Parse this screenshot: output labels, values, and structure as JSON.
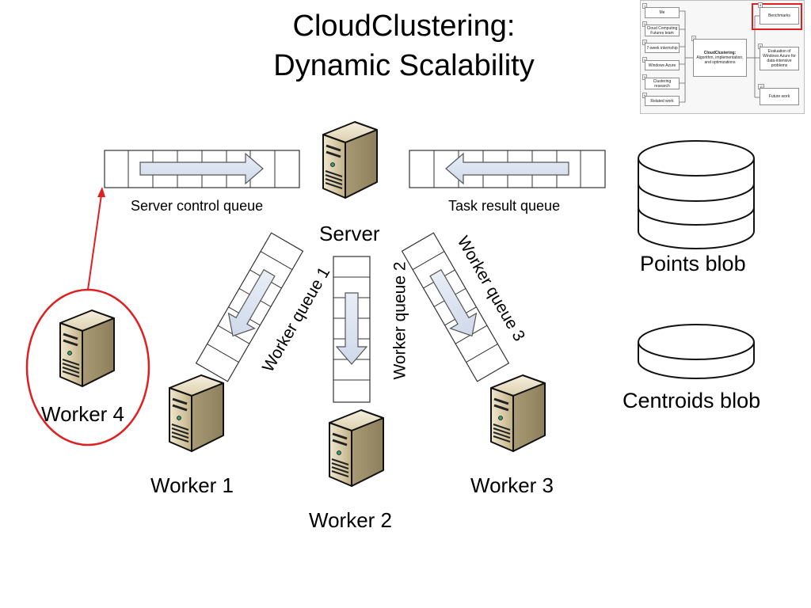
{
  "slide": {
    "title_line1": "CloudClustering:",
    "title_line2": "Dynamic Scalability"
  },
  "diagram": {
    "server_label": "Server",
    "server_control_queue": "Server control queue",
    "task_result_queue": "Task result queue",
    "worker_queues": [
      "Worker queue 1",
      "Worker queue 2",
      "Worker queue 3"
    ],
    "workers": [
      "Worker 1",
      "Worker 2",
      "Worker 3",
      "Worker 4"
    ],
    "blobs": [
      "Points blob",
      "Centroids blob"
    ],
    "highlight_color": "#e02020",
    "server_icon": "server-tower-icon",
    "blob_icon": "database-cylinder-icon"
  },
  "thumbnail": {
    "left_items": [
      {
        "num": "1",
        "label": "Me"
      },
      {
        "num": "2",
        "label": "Cloud Computing Futures team"
      },
      {
        "num": "3",
        "label": "7-week internship"
      },
      {
        "num": "4",
        "label": "Windows Azure"
      },
      {
        "num": "5",
        "label": "Clustering research"
      },
      {
        "num": "6",
        "label": "Related work"
      }
    ],
    "center_item": {
      "num": "7",
      "label_bold": "CloudClustering:",
      "label": "Algorithm, implementation, and optimizations"
    },
    "right_items": [
      {
        "num": "8",
        "label": "Benchmarks"
      },
      {
        "num": "9",
        "label": "Evaluation of Windows Azure for data-intensive problems"
      },
      {
        "num": "10",
        "label": "Future work"
      }
    ],
    "highlight_color": "#e02020"
  }
}
